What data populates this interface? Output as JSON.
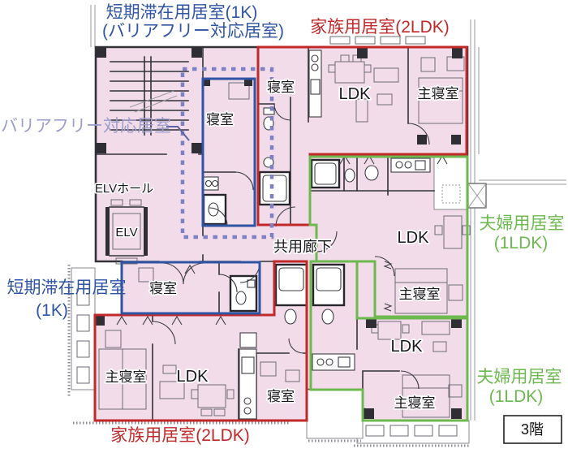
{
  "palette": {
    "room_fill": "#f3dcea",
    "wall": "#333338",
    "unit_red": "#c1282a",
    "unit_blue": "#2f54a3",
    "unit_green": "#6db84f",
    "barrier_free_lavender": "#9b9ecb",
    "dotted_purple": "#7d81c4"
  },
  "labels": {
    "short_stay_top_1": "短期滞在用居室(1K)",
    "short_stay_top_2": "(バリアフリー対応居室)",
    "family_top": "家族用居室(2LDK)",
    "barrier_free_callout": "バリアフリー対応居室",
    "couple_right_1": "夫婦用居室",
    "couple_right_2": "(1LDK)",
    "couple_bottom_1": "夫婦用居室",
    "couple_bottom_2": "(1LDK)",
    "short_stay_left_1": "短期滞在用居室",
    "short_stay_left_2": "(1K)",
    "family_bottom": "家族用居室(2LDK)",
    "floor_badge": "3階"
  },
  "rooms": {
    "bedroom_1k_top": "寝室",
    "bedroom_family_top": "寝室",
    "ldk_family_top": "LDK",
    "master_family_top": "主寝室",
    "elv_hall": "ELVホール",
    "elv": "ELV",
    "corridor": "共用廊下",
    "ldk_couple_mid": "LDK",
    "master_couple_mid": "主寝室",
    "bedroom_1k_left": "寝室",
    "master_family_bottom": "主寝室",
    "ldk_family_bottom": "LDK",
    "bedroom_family_bottom": "寝室",
    "ldk_couple_bottom": "LDK",
    "master_couple_bottom": "主寝室"
  }
}
